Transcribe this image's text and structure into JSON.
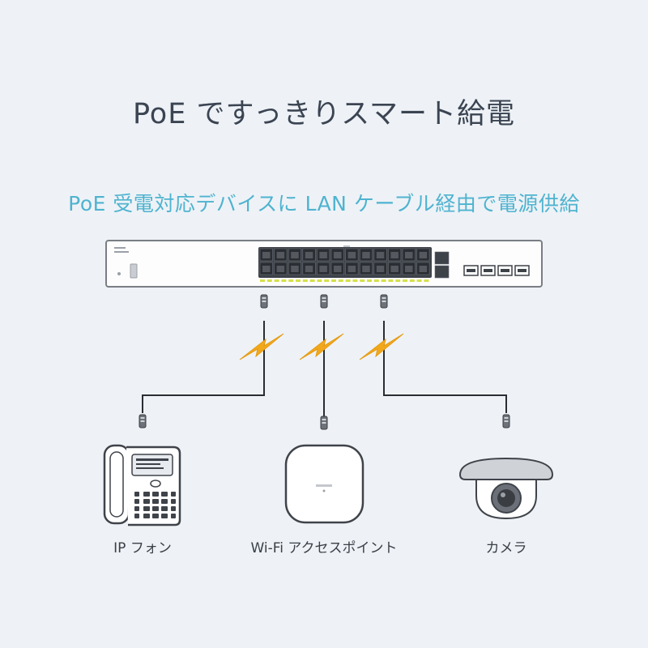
{
  "title": "PoE ですっきりスマート給電",
  "subtitle": "PoE 受電対応デバイスに LAN ケーブル経由で電源供給",
  "devices": [
    {
      "label": "IP フォン",
      "icon": "ip-phone-icon"
    },
    {
      "label": "Wi-Fi アクセスポイント",
      "icon": "access-point-icon"
    },
    {
      "label": "カメラ",
      "icon": "dome-camera-icon"
    }
  ],
  "colors": {
    "background": "#eef2f6",
    "title": "#3b4452",
    "subtitle": "#4fb3d0",
    "cable": "#2a2d33",
    "bolt": "#f2a81d",
    "poe_led": "#d7e04a"
  }
}
